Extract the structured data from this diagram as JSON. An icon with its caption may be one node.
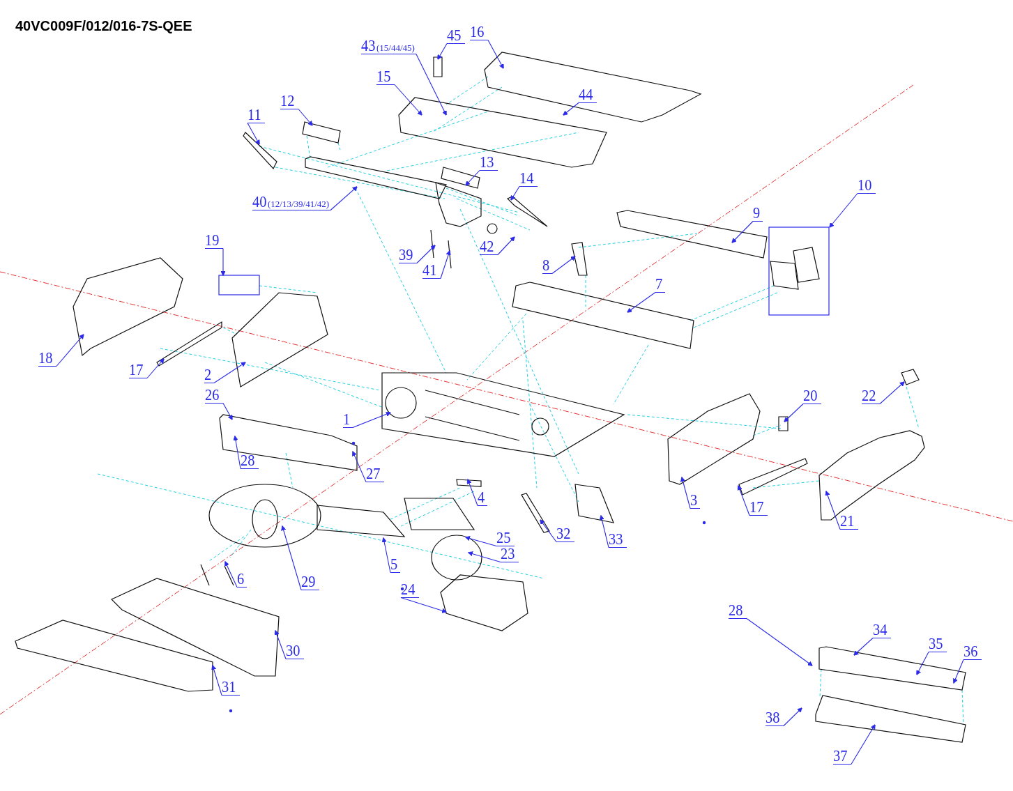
{
  "diagram": {
    "title": "40VC009F/012/016-7S-QEE",
    "nodes": [
      {
        "text": [
          "45"
        ]
      },
      {
        "text": [
          "16"
        ]
      },
      {
        "text": [
          "43",
          "(15/44/45)"
        ]
      },
      {
        "text": [
          "15"
        ]
      },
      {
        "text": [
          "44"
        ]
      },
      {
        "text": [
          "12"
        ]
      },
      {
        "text": [
          "11"
        ]
      },
      {
        "text": [
          "13"
        ]
      },
      {
        "text": [
          "14"
        ]
      },
      {
        "text": [
          "40",
          "(12/13/39/41/42)"
        ]
      },
      {
        "text": [
          "10"
        ]
      },
      {
        "text": [
          "9"
        ]
      },
      {
        "text": [
          "39"
        ]
      },
      {
        "text": [
          "41"
        ]
      },
      {
        "text": [
          "42"
        ]
      },
      {
        "text": [
          "8"
        ]
      },
      {
        "text": [
          "7"
        ]
      },
      {
        "text": [
          "19"
        ]
      },
      {
        "text": [
          "18"
        ]
      },
      {
        "text": [
          "17"
        ]
      },
      {
        "text": [
          "2"
        ]
      },
      {
        "text": [
          "26"
        ]
      },
      {
        "text": [
          "1"
        ]
      },
      {
        "text": [
          "28"
        ]
      },
      {
        "text": [
          "27"
        ]
      },
      {
        "text": [
          "20"
        ]
      },
      {
        "text": [
          "22"
        ]
      },
      {
        "text": [
          "3"
        ]
      },
      {
        "text": [
          "17"
        ]
      },
      {
        "text": [
          "21"
        ]
      },
      {
        "text": [
          "4"
        ]
      },
      {
        "text": [
          "25"
        ]
      },
      {
        "text": [
          "23"
        ]
      },
      {
        "text": [
          "32"
        ]
      },
      {
        "text": [
          "33"
        ]
      },
      {
        "text": [
          "5"
        ]
      },
      {
        "text": [
          "29"
        ]
      },
      {
        "text": [
          "6"
        ]
      },
      {
        "text": [
          "24"
        ]
      },
      {
        "text": [
          "30"
        ]
      },
      {
        "text": [
          "31"
        ]
      },
      {
        "text": [
          "28"
        ]
      },
      {
        "text": [
          "34"
        ]
      },
      {
        "text": [
          "35"
        ]
      },
      {
        "text": [
          "36"
        ]
      },
      {
        "text": [
          "38"
        ]
      },
      {
        "text": [
          "37"
        ]
      }
    ],
    "edges": [
      {
        "from": 0,
        "to": null,
        "arrow": "to"
      },
      {
        "from": 1,
        "to": null,
        "arrow": "to"
      },
      {
        "from": 2,
        "to": null,
        "arrow": "to"
      },
      {
        "from": 3,
        "to": null,
        "arrow": "to"
      },
      {
        "from": 4,
        "to": null,
        "arrow": "to"
      },
      {
        "from": 5,
        "to": null,
        "arrow": "to"
      },
      {
        "from": 6,
        "to": null,
        "arrow": "to"
      },
      {
        "from": 7,
        "to": null,
        "arrow": "to"
      },
      {
        "from": 8,
        "to": null,
        "arrow": "to"
      },
      {
        "from": 9,
        "to": null,
        "arrow": "to"
      },
      {
        "from": 10,
        "to": null,
        "arrow": "to"
      },
      {
        "from": 11,
        "to": null,
        "arrow": "to"
      },
      {
        "from": 12,
        "to": null,
        "arrow": "to"
      },
      {
        "from": 13,
        "to": null,
        "arrow": "to"
      },
      {
        "from": 14,
        "to": null,
        "arrow": "to"
      },
      {
        "from": 15,
        "to": null,
        "arrow": "to"
      },
      {
        "from": 16,
        "to": null,
        "arrow": "to"
      },
      {
        "from": 17,
        "to": null,
        "arrow": "to"
      },
      {
        "from": 18,
        "to": null,
        "arrow": "to"
      },
      {
        "from": 19,
        "to": null,
        "arrow": "to"
      },
      {
        "from": 20,
        "to": null,
        "arrow": "to"
      },
      {
        "from": 21,
        "to": null,
        "arrow": "to"
      },
      {
        "from": 22,
        "to": null,
        "arrow": "to"
      },
      {
        "from": 23,
        "to": null,
        "arrow": "to"
      },
      {
        "from": 24,
        "to": null,
        "arrow": "to"
      },
      {
        "from": 25,
        "to": null,
        "arrow": "to"
      },
      {
        "from": 26,
        "to": null,
        "arrow": "to"
      },
      {
        "from": 27,
        "to": null,
        "arrow": "to"
      },
      {
        "from": 28,
        "to": null,
        "arrow": "to"
      },
      {
        "from": 29,
        "to": null,
        "arrow": "to"
      },
      {
        "from": 30,
        "to": null,
        "arrow": "to"
      },
      {
        "from": 31,
        "to": null,
        "arrow": "to"
      },
      {
        "from": 32,
        "to": null,
        "arrow": "to"
      },
      {
        "from": 33,
        "to": null,
        "arrow": "to"
      },
      {
        "from": 34,
        "to": null,
        "arrow": "to"
      },
      {
        "from": 35,
        "to": null,
        "arrow": "to"
      },
      {
        "from": 36,
        "to": null,
        "arrow": "to"
      },
      {
        "from": 37,
        "to": null,
        "arrow": "to"
      },
      {
        "from": 38,
        "to": null,
        "arrow": "to"
      },
      {
        "from": 39,
        "to": null,
        "arrow": "to"
      },
      {
        "from": 40,
        "to": null,
        "arrow": "to"
      },
      {
        "from": 41,
        "to": null,
        "arrow": "to"
      },
      {
        "from": 42,
        "to": null,
        "arrow": "to"
      },
      {
        "from": 43,
        "to": null,
        "arrow": "to"
      },
      {
        "from": 44,
        "to": null,
        "arrow": "to"
      },
      {
        "from": 45,
        "to": null,
        "arrow": "to"
      },
      {
        "from": 46,
        "to": null,
        "arrow": "to"
      }
    ]
  }
}
